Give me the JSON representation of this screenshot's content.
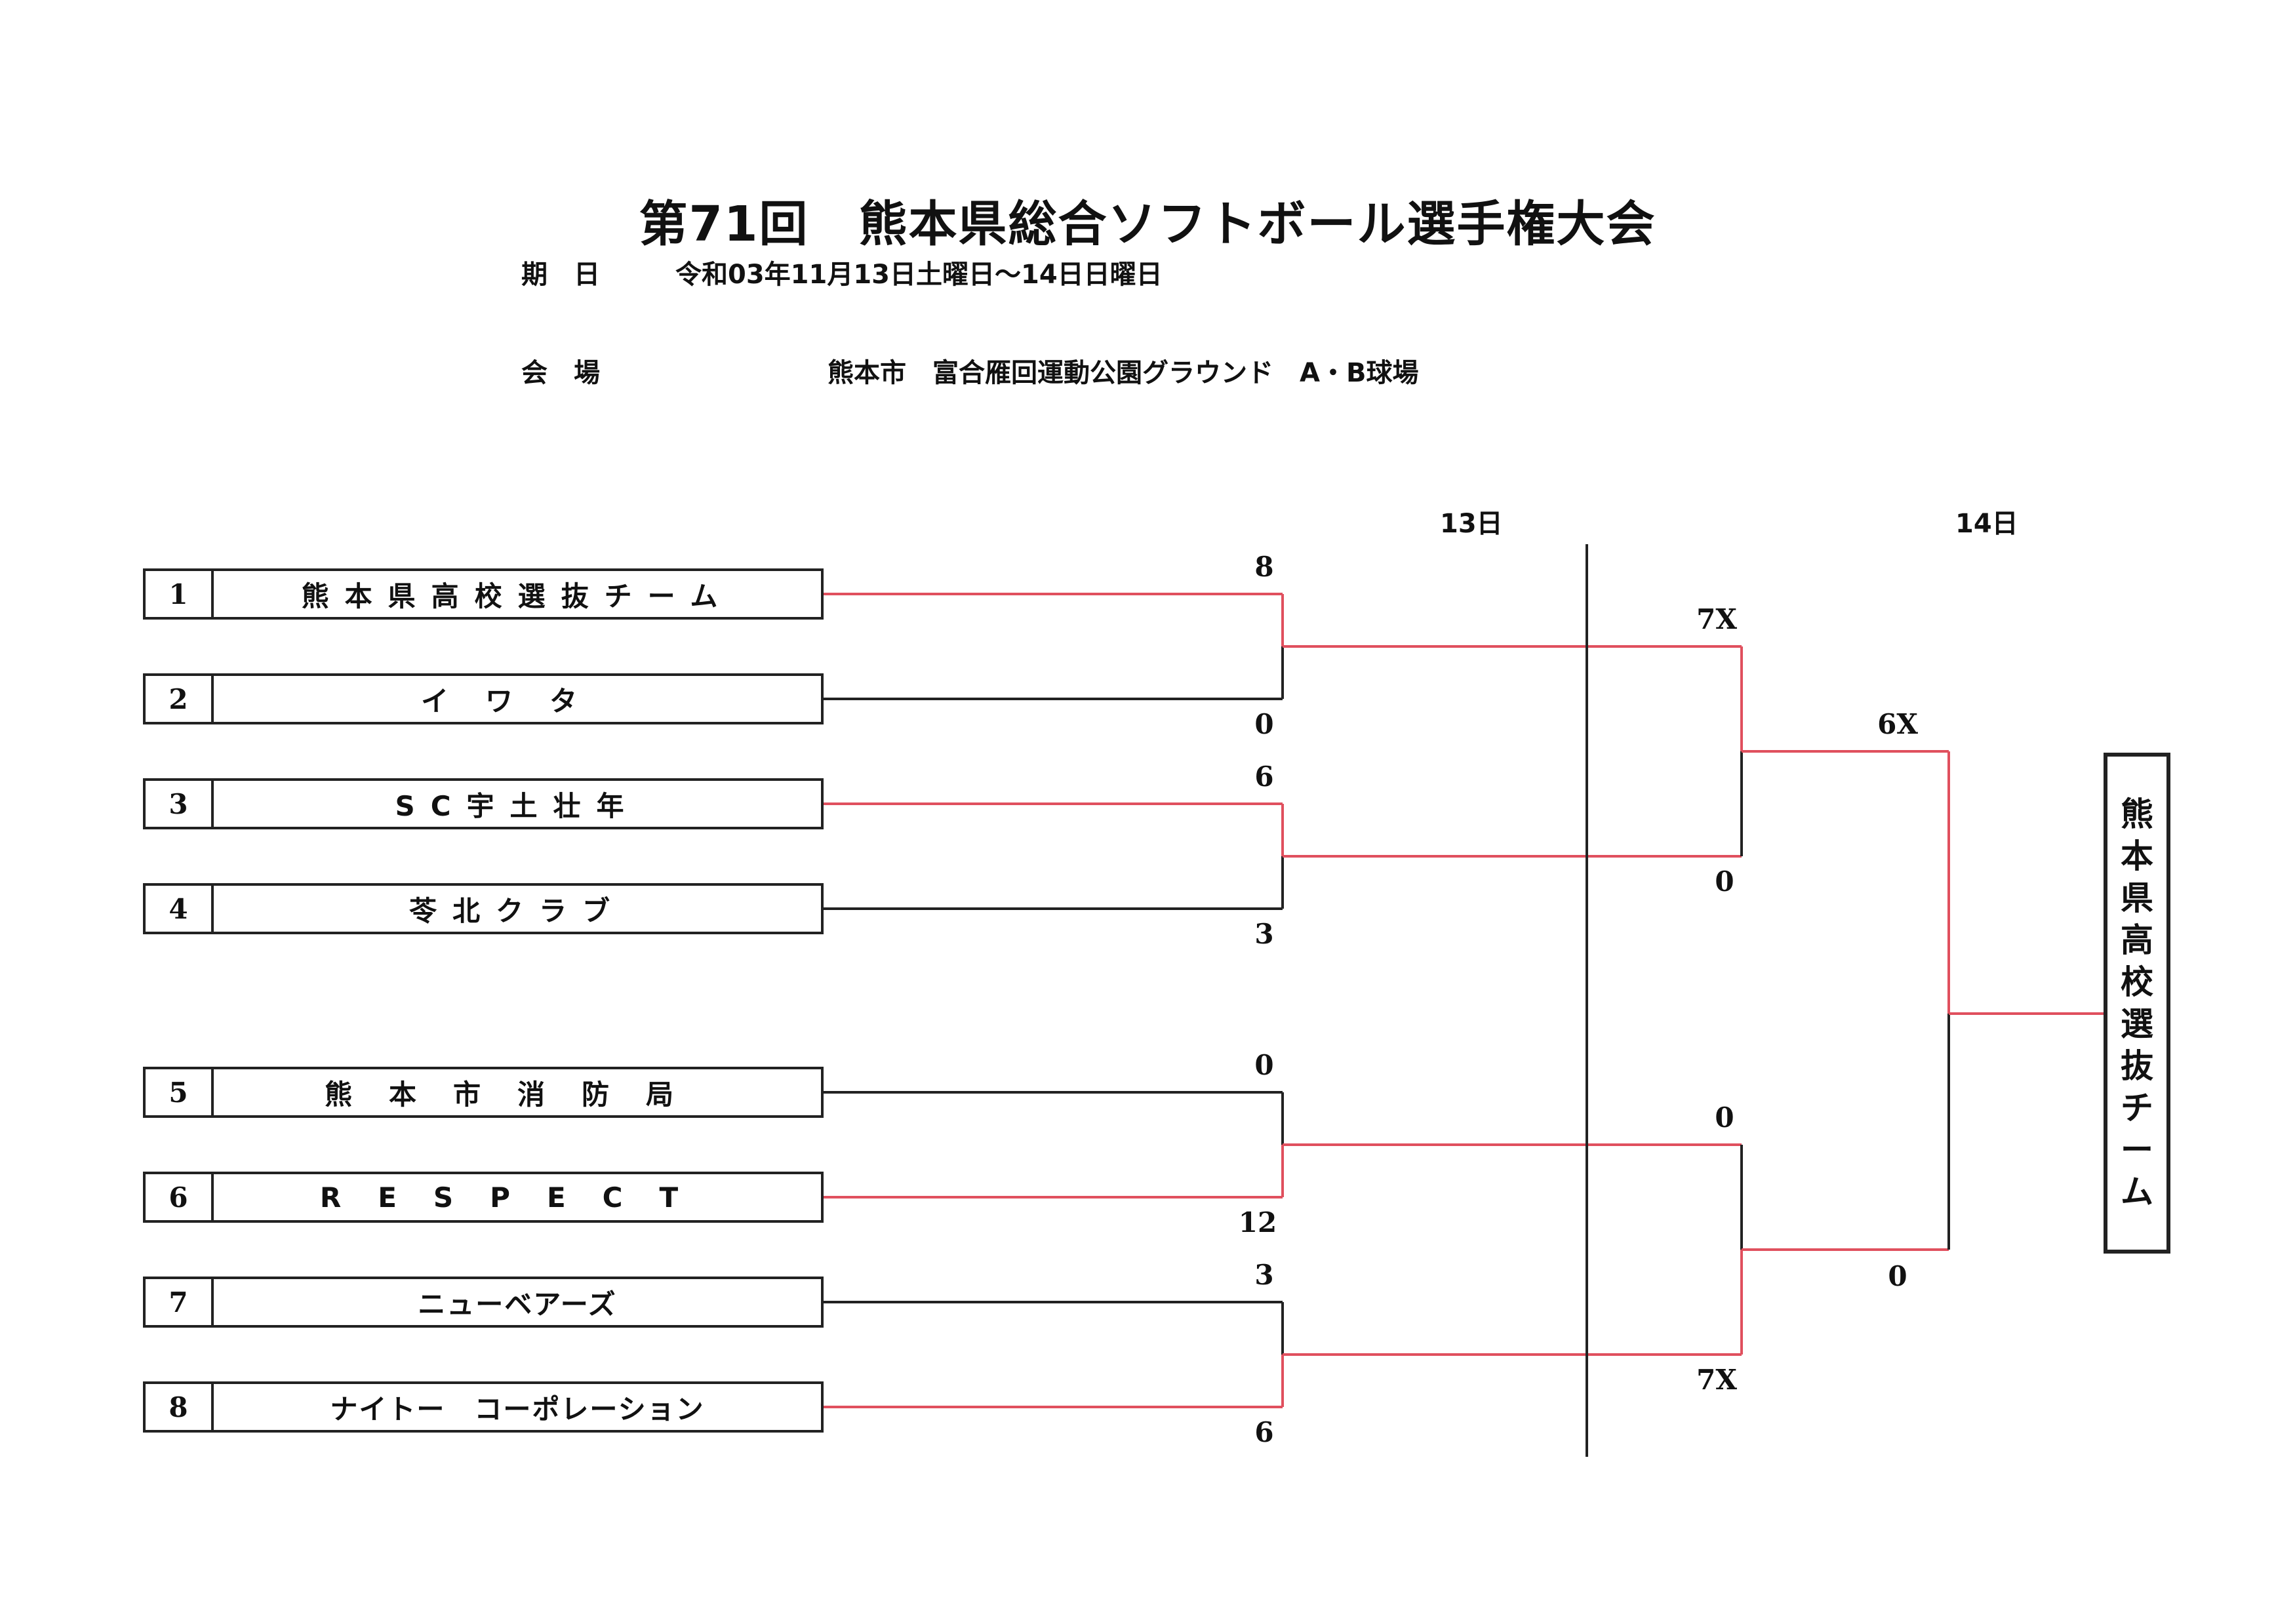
{
  "title": "第71回　熊本県総合ソフトボール選手権大会",
  "date": {
    "label": "期　日",
    "value": "令和03年11月13日土曜日～14日日曜日"
  },
  "venue": {
    "label": "会　場",
    "value": "熊本市　富合雁回運動公園グラウンド　A・B球場"
  },
  "days": {
    "day1": "13日",
    "day2": "14日"
  },
  "teams": [
    {
      "num": "1",
      "name": "熊本県高校選抜チーム"
    },
    {
      "num": "2",
      "name": "イワタ"
    },
    {
      "num": "3",
      "name": "SC宇土壮年"
    },
    {
      "num": "4",
      "name": "苓北クラブ"
    },
    {
      "num": "5",
      "name": "熊本市消防局"
    },
    {
      "num": "6",
      "name": "RESPECT"
    },
    {
      "num": "7",
      "name": "ニューベアーズ"
    },
    {
      "num": "8",
      "name": "ナイトー　コーポレーション"
    }
  ],
  "scores": {
    "r1_m1_top": "8",
    "r1_m1_bottom": "0",
    "r1_m2_top": "6",
    "r1_m2_bottom": "3",
    "r1_m3_top": "0",
    "r1_m3_bottom": "12",
    "r1_m4_top": "3",
    "r1_m4_bottom": "6",
    "sf1_top": "7X",
    "sf1_bottom": "0",
    "sf2_top": "0",
    "sf2_bottom": "7X",
    "final_top": "6X",
    "final_bottom": "0"
  },
  "champion": [
    "熊",
    "本",
    "県",
    "高",
    "校",
    "選",
    "抜",
    "チ",
    "ー",
    "ム"
  ],
  "colors": {
    "win": "#e0505e",
    "lose": "#222222"
  }
}
